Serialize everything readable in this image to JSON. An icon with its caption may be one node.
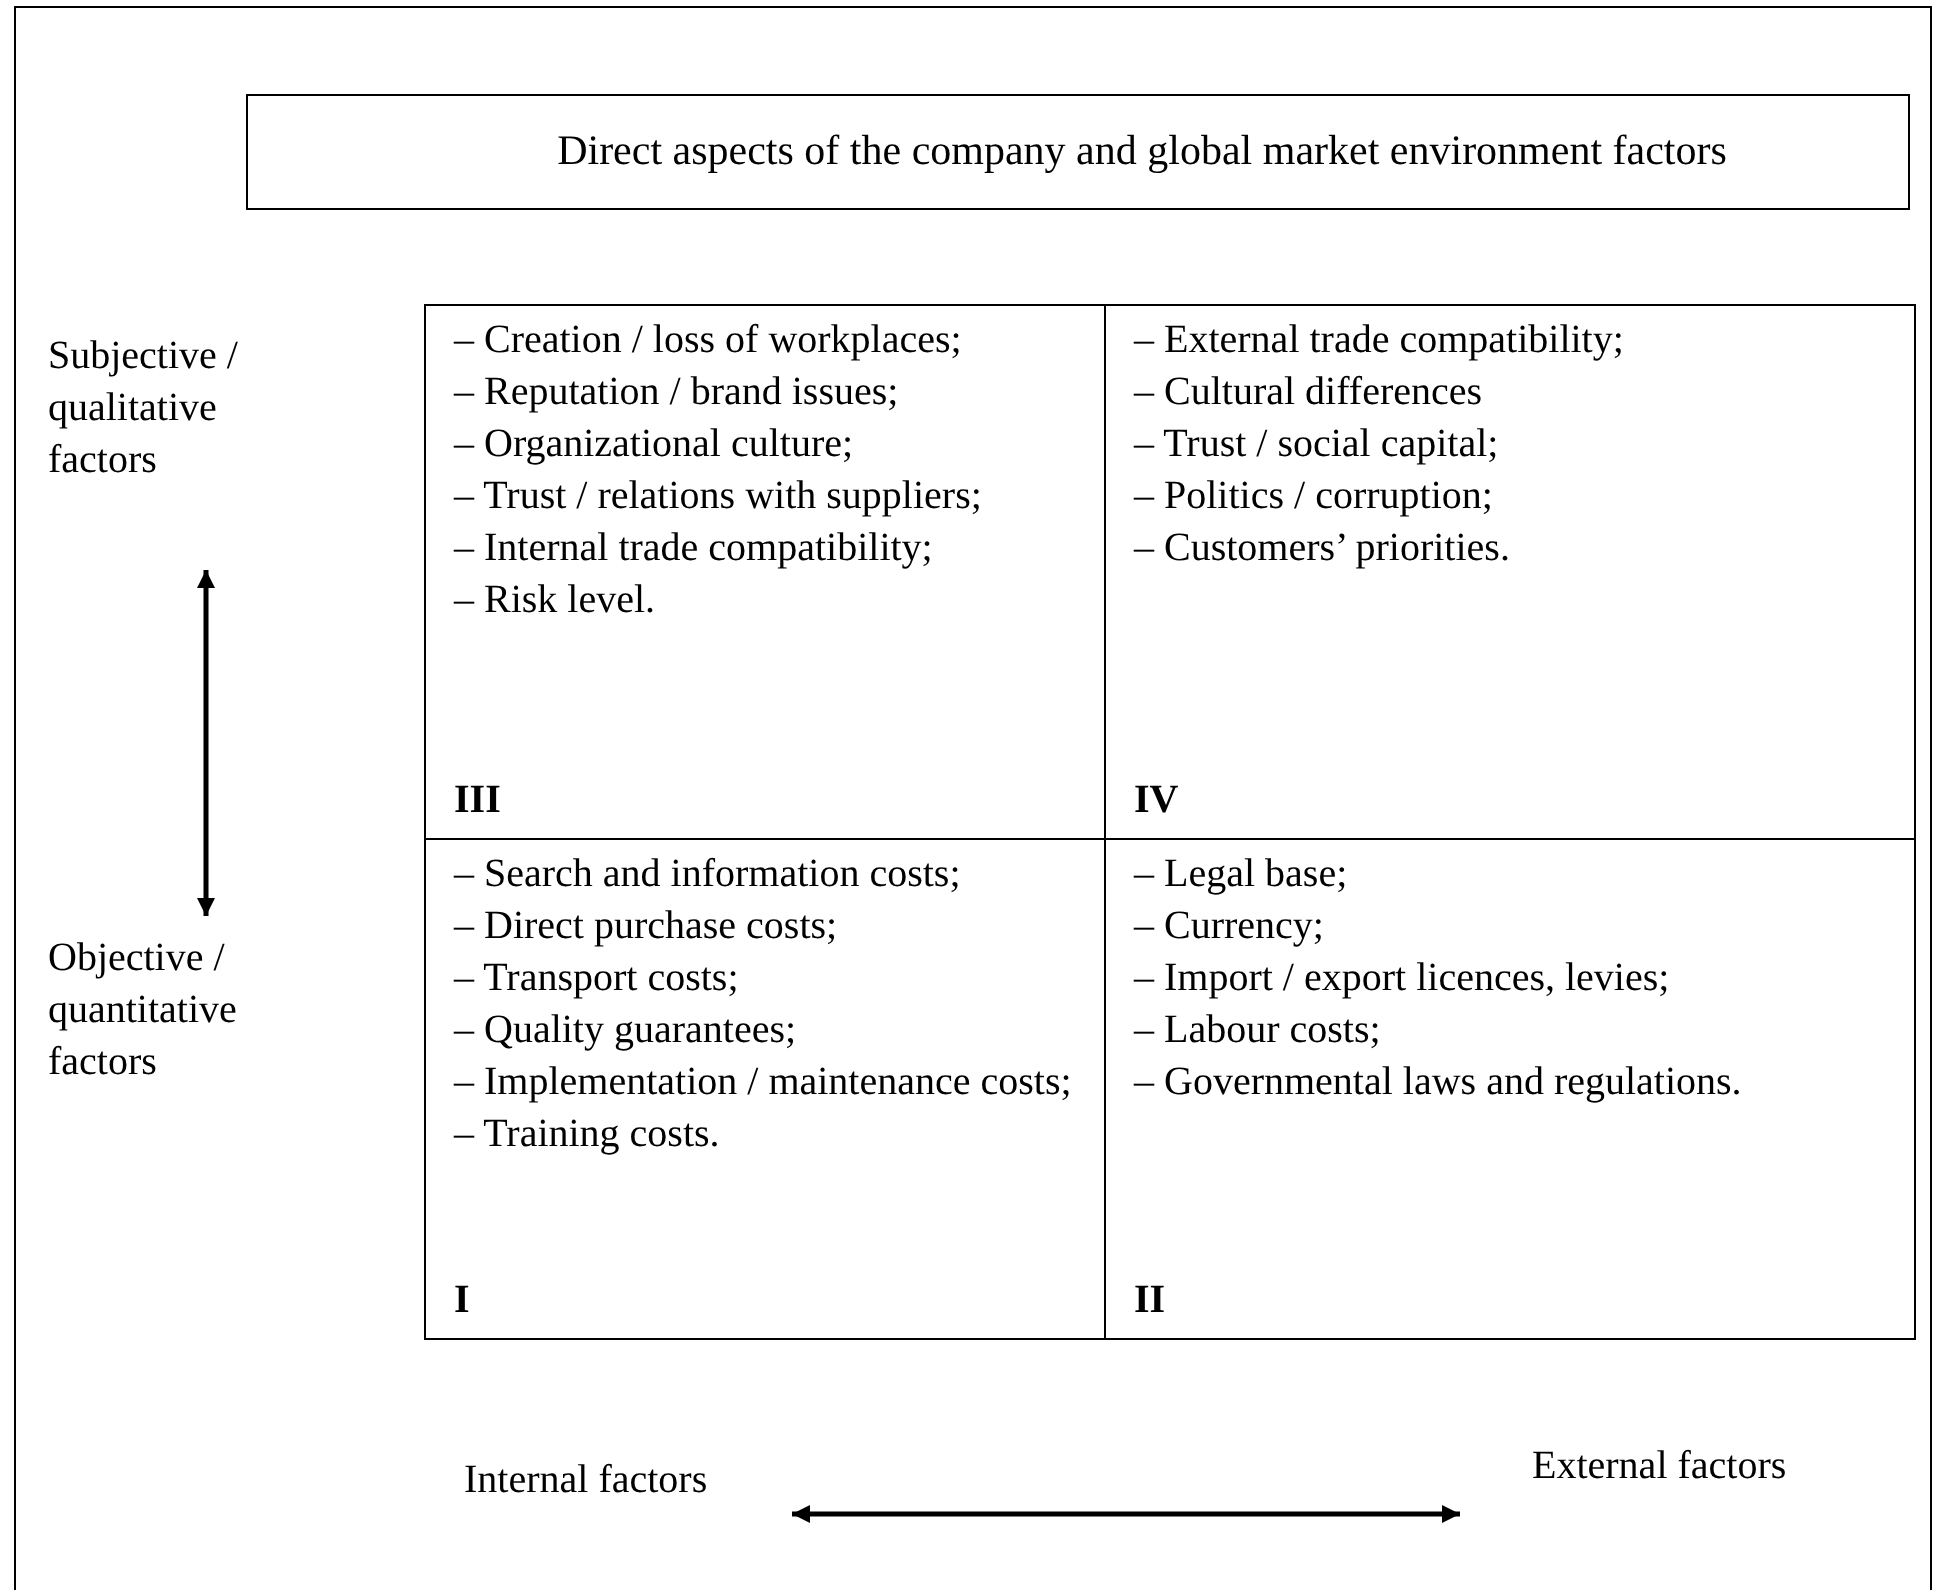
{
  "diagram": {
    "nodes": [
      {
        "text": [
          "Direct aspects of the company and global market environment factors"
        ]
      },
      {
        "text": [
          "– Creation / loss of workplaces;",
          "– Reputation / brand issues;",
          "– Organizational culture;",
          "– Trust / relations with suppliers;",
          "– Internal trade compatibility;",
          "– Risk level.",
          "III"
        ]
      },
      {
        "text": [
          "– External trade compatibility;",
          "– Cultural differences",
          "– Trust / social capital;",
          "– Politics / corruption;",
          "– Customers’ priorities.",
          "IV"
        ]
      },
      {
        "text": [
          "– Search and information costs;",
          "– Direct purchase costs;",
          "– Transport costs;",
          "– Quality guarantees;",
          "– Implementation / maintenance costs;",
          "– Training costs.",
          "I"
        ]
      },
      {
        "text": [
          "– Legal base;",
          "– Currency;",
          "– Import / export licences, levies;",
          "– Labour costs;",
          "– Governmental laws and regulations.",
          "II"
        ]
      },
      {
        "text": [
          "Subjective / qualitative factors"
        ]
      },
      {
        "text": [
          "Objective / quantitative factors"
        ]
      },
      {
        "text": [
          "Internal factors"
        ]
      },
      {
        "text": [
          "External factors"
        ]
      }
    ],
    "edges": [
      {
        "from": 5,
        "to": 6,
        "arrow": "both"
      },
      {
        "from": 7,
        "to": 8,
        "arrow": "both"
      }
    ]
  }
}
